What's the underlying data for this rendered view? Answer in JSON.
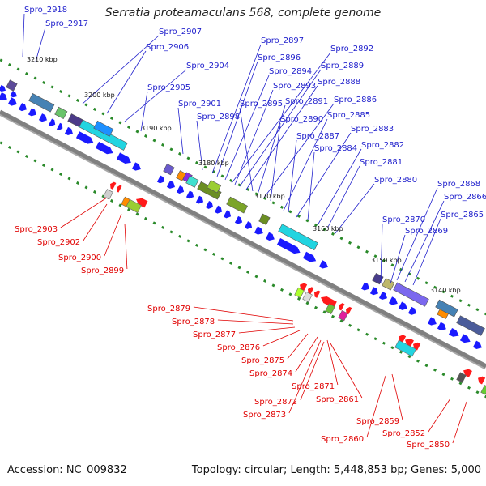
{
  "title": "Serratia proteamaculans 568, complete genome",
  "accession": "Accession: NC_009832",
  "summary": "Topology: circular; Length: 5,448,853 bp; Genes: 5,000",
  "colors": {
    "backbone": "#808080",
    "forward_gene": "#1a1aff",
    "label_forward": "#1f1fcc",
    "label_reverse": "#e00000",
    "tick": "#2a8a2a",
    "cyan_domain": "#22d4e0",
    "olive_domain": "#9acd32",
    "purple_domain": "#7b68ee",
    "reverse_gene": "#ff1a1a",
    "magenta_domain": "#e0209c"
  },
  "scale_labels": [
    "3210 kbp",
    "3200 kbp",
    "3190 kbp",
    "3180 kbp",
    "3170 kbp",
    "3160 kbp",
    "3150 kbp",
    "3140 kbp"
  ],
  "forward_labels": [
    "Spro_2918",
    "Spro_2917",
    "Spro_2907",
    "Spro_2906",
    "Spro_2904",
    "Spro_2905",
    "Spro_2901",
    "Spro_2898",
    "Spro_2897",
    "Spro_2896",
    "Spro_2892",
    "Spro_2894",
    "Spro_2889",
    "Spro_2893",
    "Spro_2888",
    "Spro_2895",
    "Spro_2891",
    "Spro_2886",
    "Spro_2890",
    "Spro_2885",
    "Spro_2887",
    "Spro_2883",
    "Spro_2884",
    "Spro_2882",
    "Spro_2881",
    "Spro_2880",
    "Spro_2868",
    "Spro_2866",
    "Spro_2870",
    "Spro_2865",
    "Spro_2869"
  ],
  "reverse_labels": [
    "Spro_2903",
    "Spro_2902",
    "Spro_2900",
    "Spro_2899",
    "Spro_2879",
    "Spro_2878",
    "Spro_2877",
    "Spro_2876",
    "Spro_2875",
    "Spro_2874",
    "Spro_2871",
    "Spro_2861",
    "Spro_2872",
    "Spro_2873",
    "Spro_2859",
    "Spro_2860",
    "Spro_2852",
    "Spro_2850"
  ]
}
